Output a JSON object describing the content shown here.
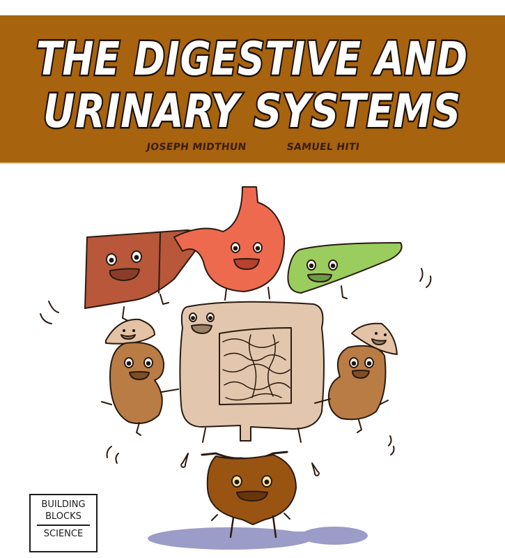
{
  "cover": {
    "title_line_1": "THE DIGESTIVE AND",
    "title_line_2": "URINARY SYSTEMS",
    "authors": [
      "JOSEPH MIDTHUN",
      "SAMUEL HITI"
    ],
    "series": {
      "line_1": "BUILDING",
      "line_2": "BLOCKS",
      "line_3": "SCIENCE"
    }
  },
  "colors": {
    "banner": "#A8630F",
    "liver": "#B8573A",
    "stomach": "#EE6A4F",
    "pancreas": "#9ACD5E",
    "intestine": "#E2C7AE",
    "kidney": "#B97C45",
    "adrenal": "#E4C2A6",
    "bladder": "#9A5412",
    "shadow": "#9C9CC8"
  },
  "illustration": {
    "characters": [
      "liver",
      "stomach",
      "pancreas",
      "intestines",
      "left-kidney",
      "right-kidney",
      "left-adrenal-gland",
      "right-adrenal-gland",
      "bladder"
    ]
  }
}
